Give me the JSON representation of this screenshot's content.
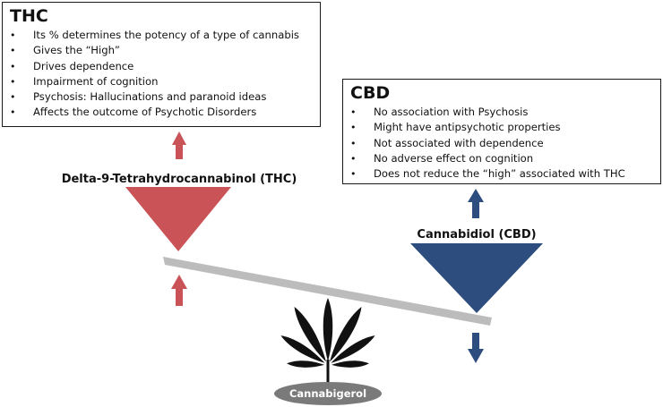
{
  "thc_box": {
    "title": "THC",
    "bullet_glyph": "•",
    "items": [
      "Its % determines the potency of a type of cannabis",
      "Gives the “High”",
      "Drives dependence",
      "Impairment of cognition",
      "Psychosis: Hallucinations and paranoid ideas",
      "Affects the outcome of Psychotic Disorders"
    ]
  },
  "cbd_box": {
    "title": "CBD",
    "bullet_glyph": "•",
    "items": [
      "No  association with Psychosis",
      "Might have antipsychotic properties",
      "Not associated with dependence",
      "No adverse effect on cognition",
      "Does not reduce the “high” associated with THC"
    ]
  },
  "labels": {
    "thc": "Delta-9-Tetrahydrocannabinol (THC)",
    "cbd": "Cannabidiol (CBD)",
    "base": "Cannabigerol"
  },
  "colors": {
    "thc_red": "#c95356",
    "cbd_blue": "#2d4d7e",
    "beam_gray": "#bcbcbc",
    "leaf_black": "#111111",
    "base_gray": "#7a7a7a"
  },
  "icons": {
    "thc_triangle": "down-triangle",
    "cbd_triangle": "down-triangle",
    "thc_arrows": "up-arrow",
    "cbd_arrow_top": "up-arrow",
    "cbd_arrow_bottom": "down-arrow",
    "fulcrum": "cannabis-leaf-icon"
  }
}
